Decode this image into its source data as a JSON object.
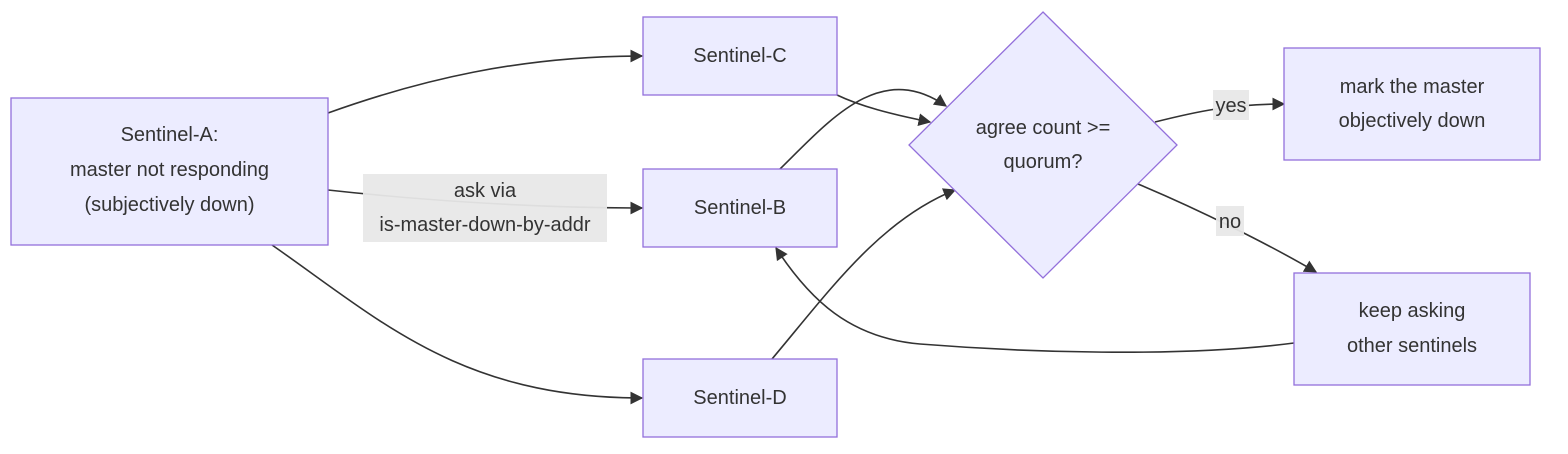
{
  "nodes": {
    "sentinel_a": {
      "lines": [
        "Sentinel-A:",
        "master not responding",
        "(subjectively down)"
      ]
    },
    "sentinel_b": {
      "label": "Sentinel-B"
    },
    "sentinel_c": {
      "label": "Sentinel-C"
    },
    "sentinel_d": {
      "label": "Sentinel-D"
    },
    "quorum": {
      "lines": [
        "agree count >=",
        "quorum?"
      ]
    },
    "mark_down": {
      "lines": [
        "mark the master",
        "objectively down"
      ]
    },
    "keep_asking": {
      "lines": [
        "keep asking",
        "other sentinels"
      ]
    }
  },
  "edges": {
    "ask_via": [
      "ask via",
      "is-master-down-by-addr"
    ],
    "yes": "yes",
    "no": "no"
  }
}
